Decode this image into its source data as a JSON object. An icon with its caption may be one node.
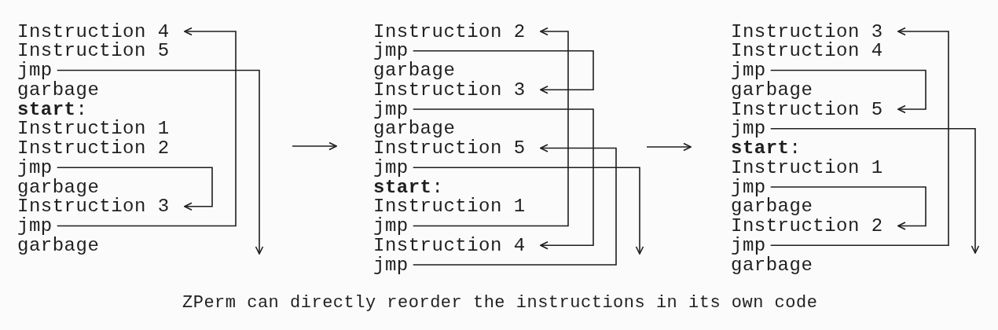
{
  "diagram": {
    "caption": "ZPerm can directly reorder the instructions in its own code",
    "nodes": [
      {
        "text": [
          "Instruction 4"
        ]
      },
      {
        "text": [
          "jmp"
        ]
      },
      {
        "text": [
          "jmp"
        ]
      },
      {
        "text": [
          "Instruction 3"
        ]
      },
      {
        "text": [
          "jmp"
        ]
      },
      {
        "text": [
          "Instruction 2"
        ]
      },
      {
        "text": [
          "jmp"
        ]
      },
      {
        "text": [
          "Instruction 3"
        ]
      },
      {
        "text": [
          "jmp"
        ]
      },
      {
        "text": [
          "Instruction 5"
        ]
      },
      {
        "text": [
          "jmp"
        ]
      },
      {
        "text": [
          "jmp"
        ]
      },
      {
        "text": [
          "Instruction 4"
        ]
      },
      {
        "text": [
          "jmp"
        ]
      },
      {
        "text": [
          "Instruction 3"
        ]
      },
      {
        "text": [
          "jmp"
        ]
      },
      {
        "text": [
          "Instruction 5"
        ]
      },
      {
        "text": [
          "jmp"
        ]
      },
      {
        "text": [
          "jmp"
        ]
      },
      {
        "text": [
          "Instruction 2"
        ]
      },
      {
        "text": [
          "jmp"
        ]
      }
    ],
    "edges": [
      {
        "from": 1,
        "to": null,
        "arrow": "to"
      },
      {
        "from": 2,
        "to": 3,
        "arrow": "to"
      },
      {
        "from": 4,
        "to": 0,
        "arrow": "to"
      },
      {
        "from": 6,
        "to": 7,
        "arrow": "to"
      },
      {
        "from": 8,
        "to": 12,
        "arrow": "to"
      },
      {
        "from": 10,
        "to": null,
        "arrow": "to"
      },
      {
        "from": 11,
        "to": 5,
        "arrow": "to"
      },
      {
        "from": 13,
        "to": 9,
        "arrow": "to"
      },
      {
        "from": 15,
        "to": 16,
        "arrow": "to"
      },
      {
        "from": 17,
        "to": null,
        "arrow": "to"
      },
      {
        "from": 18,
        "to": 19,
        "arrow": "to"
      },
      {
        "from": 20,
        "to": 14,
        "arrow": "to"
      }
    ],
    "labels": [
      "Instruction 5",
      "garbage",
      "**start**:",
      "Instruction 1",
      "Instruction 2",
      "garbage",
      "garbage",
      "garbage",
      "garbage",
      "**start**:",
      "Instruction 1",
      "Instruction 4",
      "garbage",
      "**start**:",
      "Instruction 1",
      "garbage",
      "garbage"
    ]
  }
}
